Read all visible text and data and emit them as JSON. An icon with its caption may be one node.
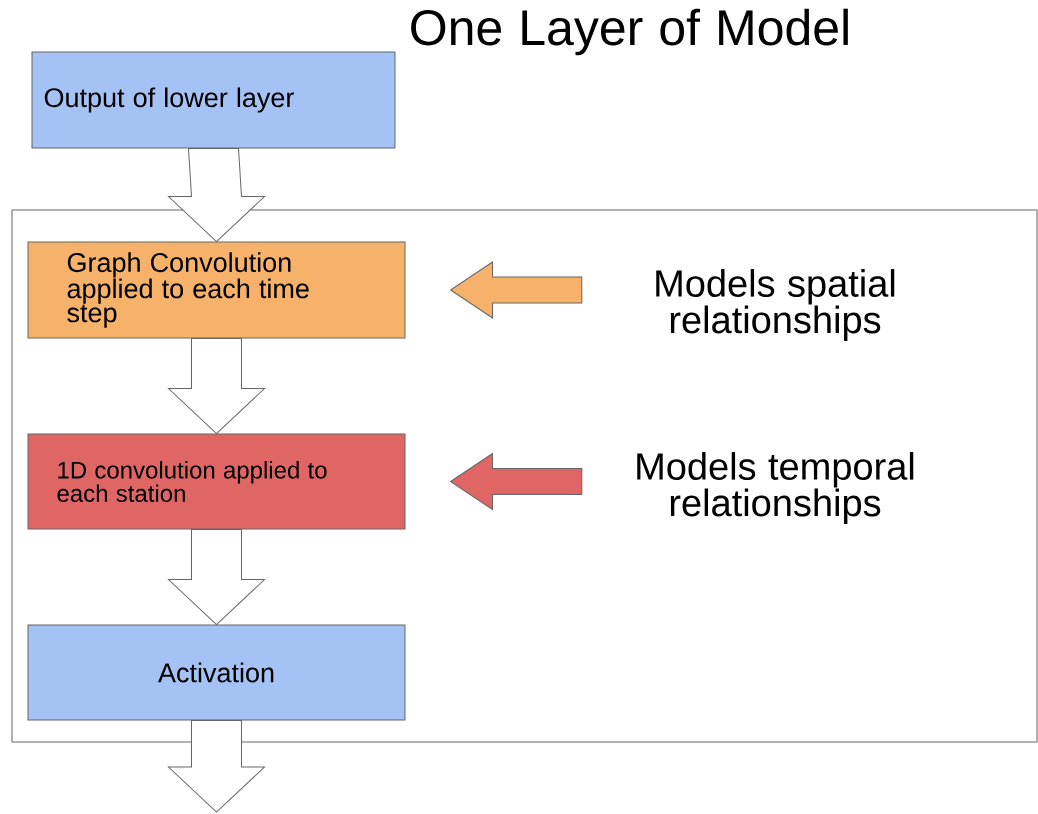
{
  "diagram": {
    "title": "One Layer of Model",
    "nodes": [
      {
        "text": [
          "Output of lower layer"
        ]
      },
      {
        "text": [],
        "shape": "box"
      },
      {
        "text": [
          "Graph Convolution applied to each time step"
        ],
        "in": 1
      },
      {
        "text": [
          "1D convolution applied to each station"
        ],
        "in": 1
      },
      {
        "text": [
          "Activation"
        ],
        "in": 1
      },
      {
        "text": [
          "Models spatial relationships"
        ],
        "in": 1
      },
      {
        "text": [
          "Models temporal relationships"
        ],
        "in": 1
      }
    ],
    "edges": [
      {
        "from": 0,
        "to": 2,
        "arrow": "to"
      },
      {
        "from": 2,
        "to": 3,
        "arrow": "to"
      },
      {
        "from": 3,
        "to": 4,
        "arrow": "to"
      },
      {
        "from": 4,
        "to": null,
        "arrow": "to"
      },
      {
        "from": 5,
        "to": 2,
        "arrow": "to",
        "color": "#f6b26b"
      },
      {
        "from": 6,
        "to": 3,
        "arrow": "to",
        "color": "#e06666"
      }
    ]
  }
}
